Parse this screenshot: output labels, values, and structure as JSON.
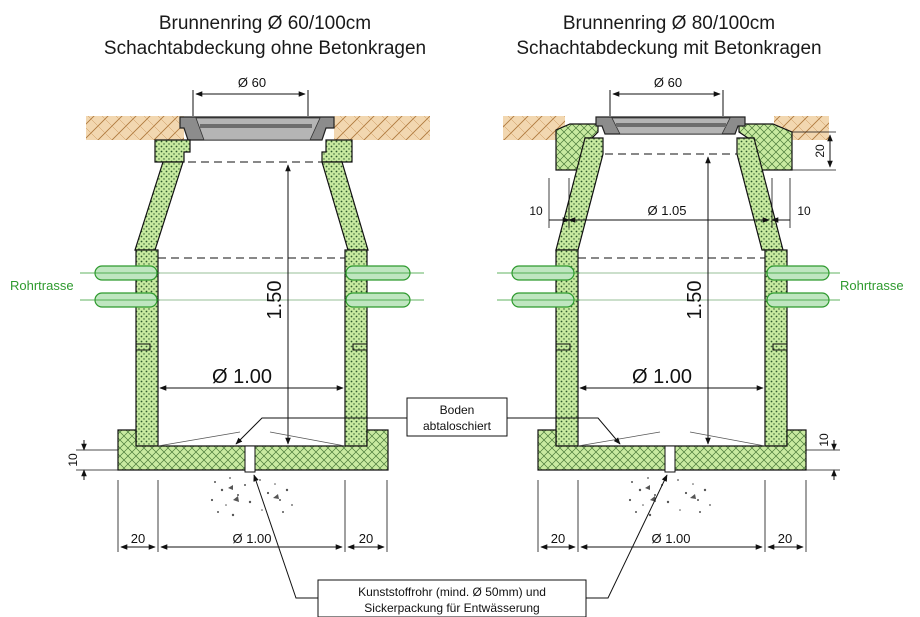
{
  "left": {
    "title_line1": "Brunnenring Ø 60/100cm",
    "title_line2": "Schachtabdeckung ohne Betonkragen",
    "cover_dia": "Ø 60",
    "height": "1.50",
    "inner_dia": "Ø 1.00",
    "base_height": "10",
    "base_left": "20",
    "base_dia": "Ø 1.00",
    "base_right": "20",
    "pipe_label": "Rohrtrasse"
  },
  "right": {
    "title_line1": "Brunnenring Ø 80/100cm",
    "title_line2": "Schachtabdeckung mit Betonkragen",
    "cover_dia": "Ø 60",
    "collar_height": "20",
    "cone_left": "10",
    "cone_dia": "Ø 1.05",
    "cone_right": "10",
    "height": "1.50",
    "inner_dia": "Ø 1.00",
    "base_height": "10",
    "base_left": "20",
    "base_dia": "Ø 1.00",
    "base_right": "20",
    "pipe_label": "Rohrtrasse"
  },
  "callouts": {
    "floor_line1": "Boden",
    "floor_line2": "abtaloschiert",
    "drain_line1": "Kunststoffrohr (mind. Ø 50mm) und",
    "drain_line2": "Sickerpackung für Entwässerung"
  },
  "colors": {
    "concrete": "#c8eaa0",
    "soil": "#dfb47e",
    "pipe": "#2e9a2e",
    "cover": "#8c8c8c"
  }
}
